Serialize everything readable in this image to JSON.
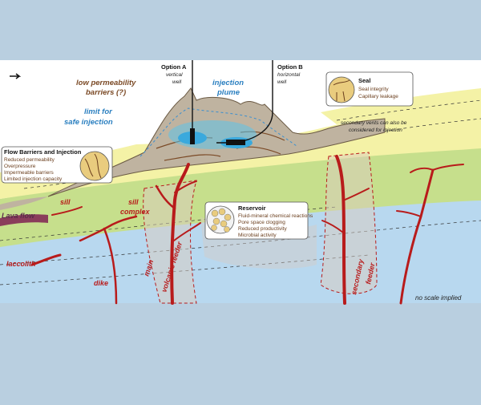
{
  "labels": {
    "option_a_title": "Option A",
    "option_a_sub": "vertical",
    "option_a_sub2": "well",
    "option_b_title": "Option B",
    "option_b_sub": "horizontal",
    "option_b_sub2": "well",
    "low_perm_1": "low permeability",
    "low_perm_2": "barriers (?)",
    "injection_1": "injection",
    "injection_2": "plume",
    "limit_1": "limit for",
    "limit_2": "safe injection",
    "secondary_vents_1": "secondary vents can also be",
    "secondary_vents_2": "considered for injection",
    "lava_flow": "Lava flow",
    "sill": "sill",
    "sill_complex_1": "sill",
    "sill_complex_2": "complex",
    "laccolith": "laccolith",
    "dike": "dike",
    "main_feeder_1": "main",
    "main_feeder_2": "volcanic feeder",
    "secondary_feeder_1": "secondary",
    "secondary_feeder_2": "feeder",
    "no_scale": "no scale implied"
  },
  "boxes": {
    "seal": {
      "title": "Seal",
      "lines": [
        "Seal integrity",
        "Capillary leakage"
      ]
    },
    "flow": {
      "title": "Flow Barriers and Injection",
      "lines": [
        "Reduced permeability",
        "Overpressure",
        "Impermeable barriers",
        "Limited injection capacity"
      ]
    },
    "reservoir": {
      "title": "Reservoir",
      "lines": [
        "Fluid-mineral chemical reactions",
        "Pore space clogging",
        "Reduced productivity",
        "Microbial activity"
      ]
    }
  },
  "colors": {
    "background": "#b9cfe0",
    "sky": "#ffffff",
    "upper_sediment": "#f4f2a6",
    "green_layer": "#c6df8c",
    "deep_layer": "#b8d8ef",
    "volcano": "#bfb3a0",
    "dike": "#b81b1b",
    "plume": "#5cc3ea"
  }
}
